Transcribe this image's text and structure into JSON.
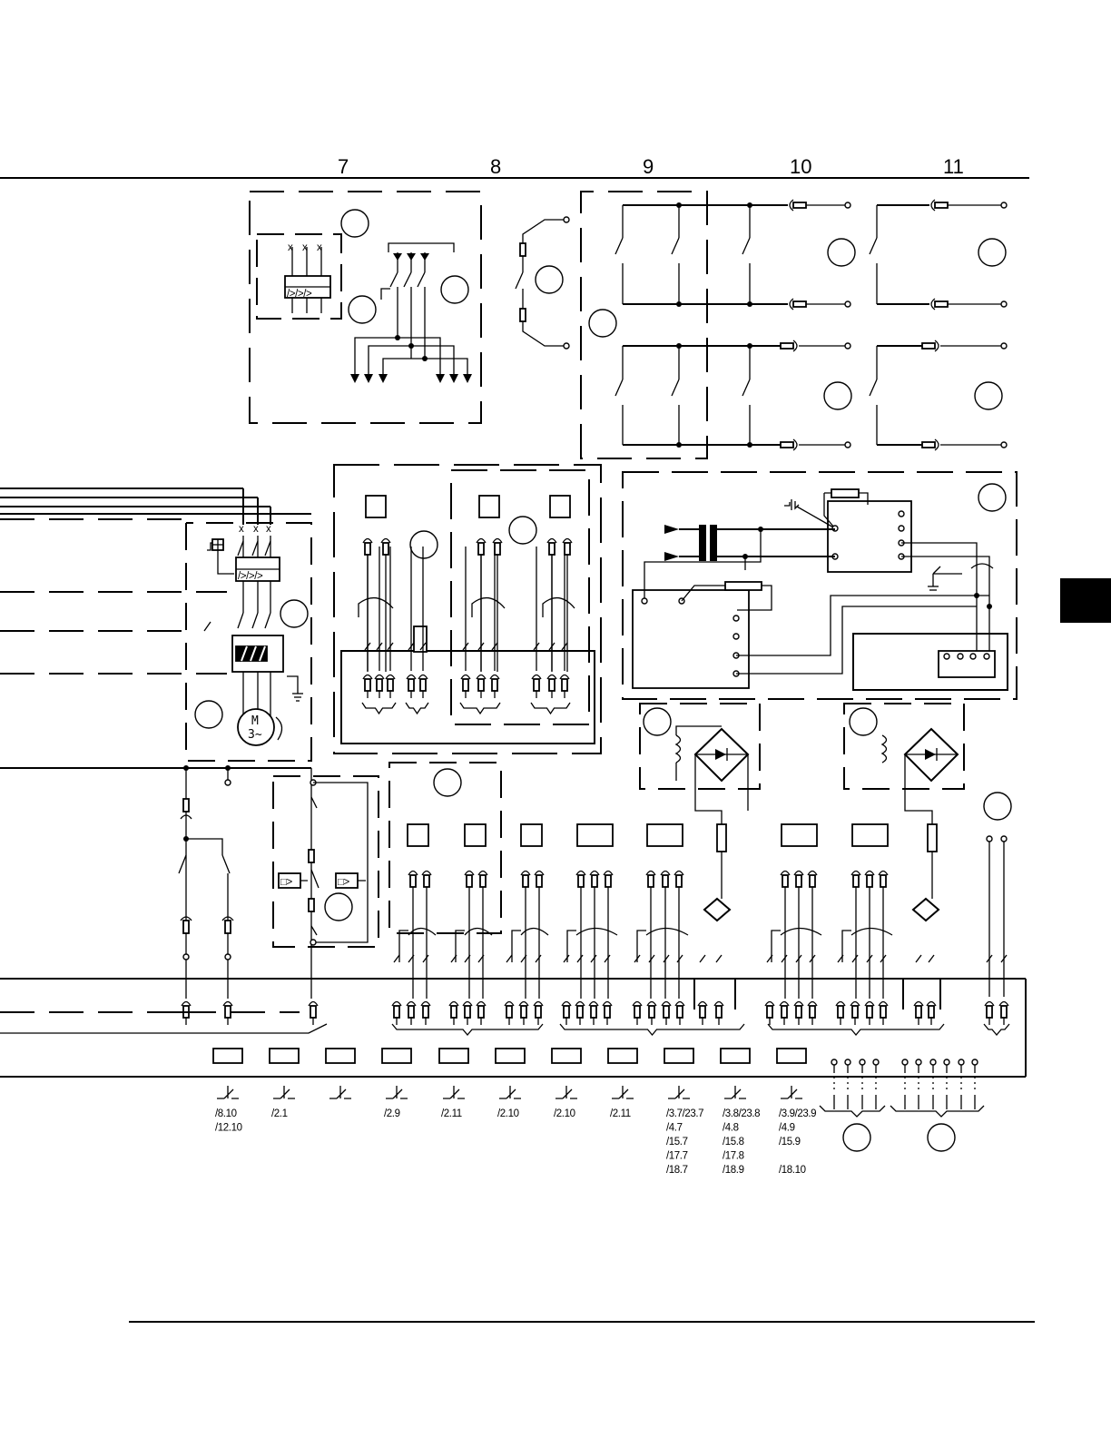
{
  "columns": [
    "7",
    "8",
    "9",
    "10",
    "11"
  ],
  "motor": {
    "line1": "M",
    "line2": "3~"
  },
  "cross_references": [
    [
      "/8.10",
      "/12.10"
    ],
    [
      "/2.1"
    ],
    [],
    [
      "/2.9"
    ],
    [
      "/2.11"
    ],
    [
      "/2.10"
    ],
    [
      "/2.10"
    ],
    [
      "/2.11"
    ],
    [
      "/3.7/23.7",
      "/4.7",
      "/15.7",
      "/17.7",
      "/18.7"
    ],
    [
      "/3.8/23.8",
      "/4.8",
      "/15.8",
      "/17.8",
      "/18.9"
    ],
    [
      "/3.9/23.9",
      "/4.9",
      "/15.9",
      "",
      "/18.10"
    ]
  ],
  "page_tab": {
    "color": "#000000"
  }
}
